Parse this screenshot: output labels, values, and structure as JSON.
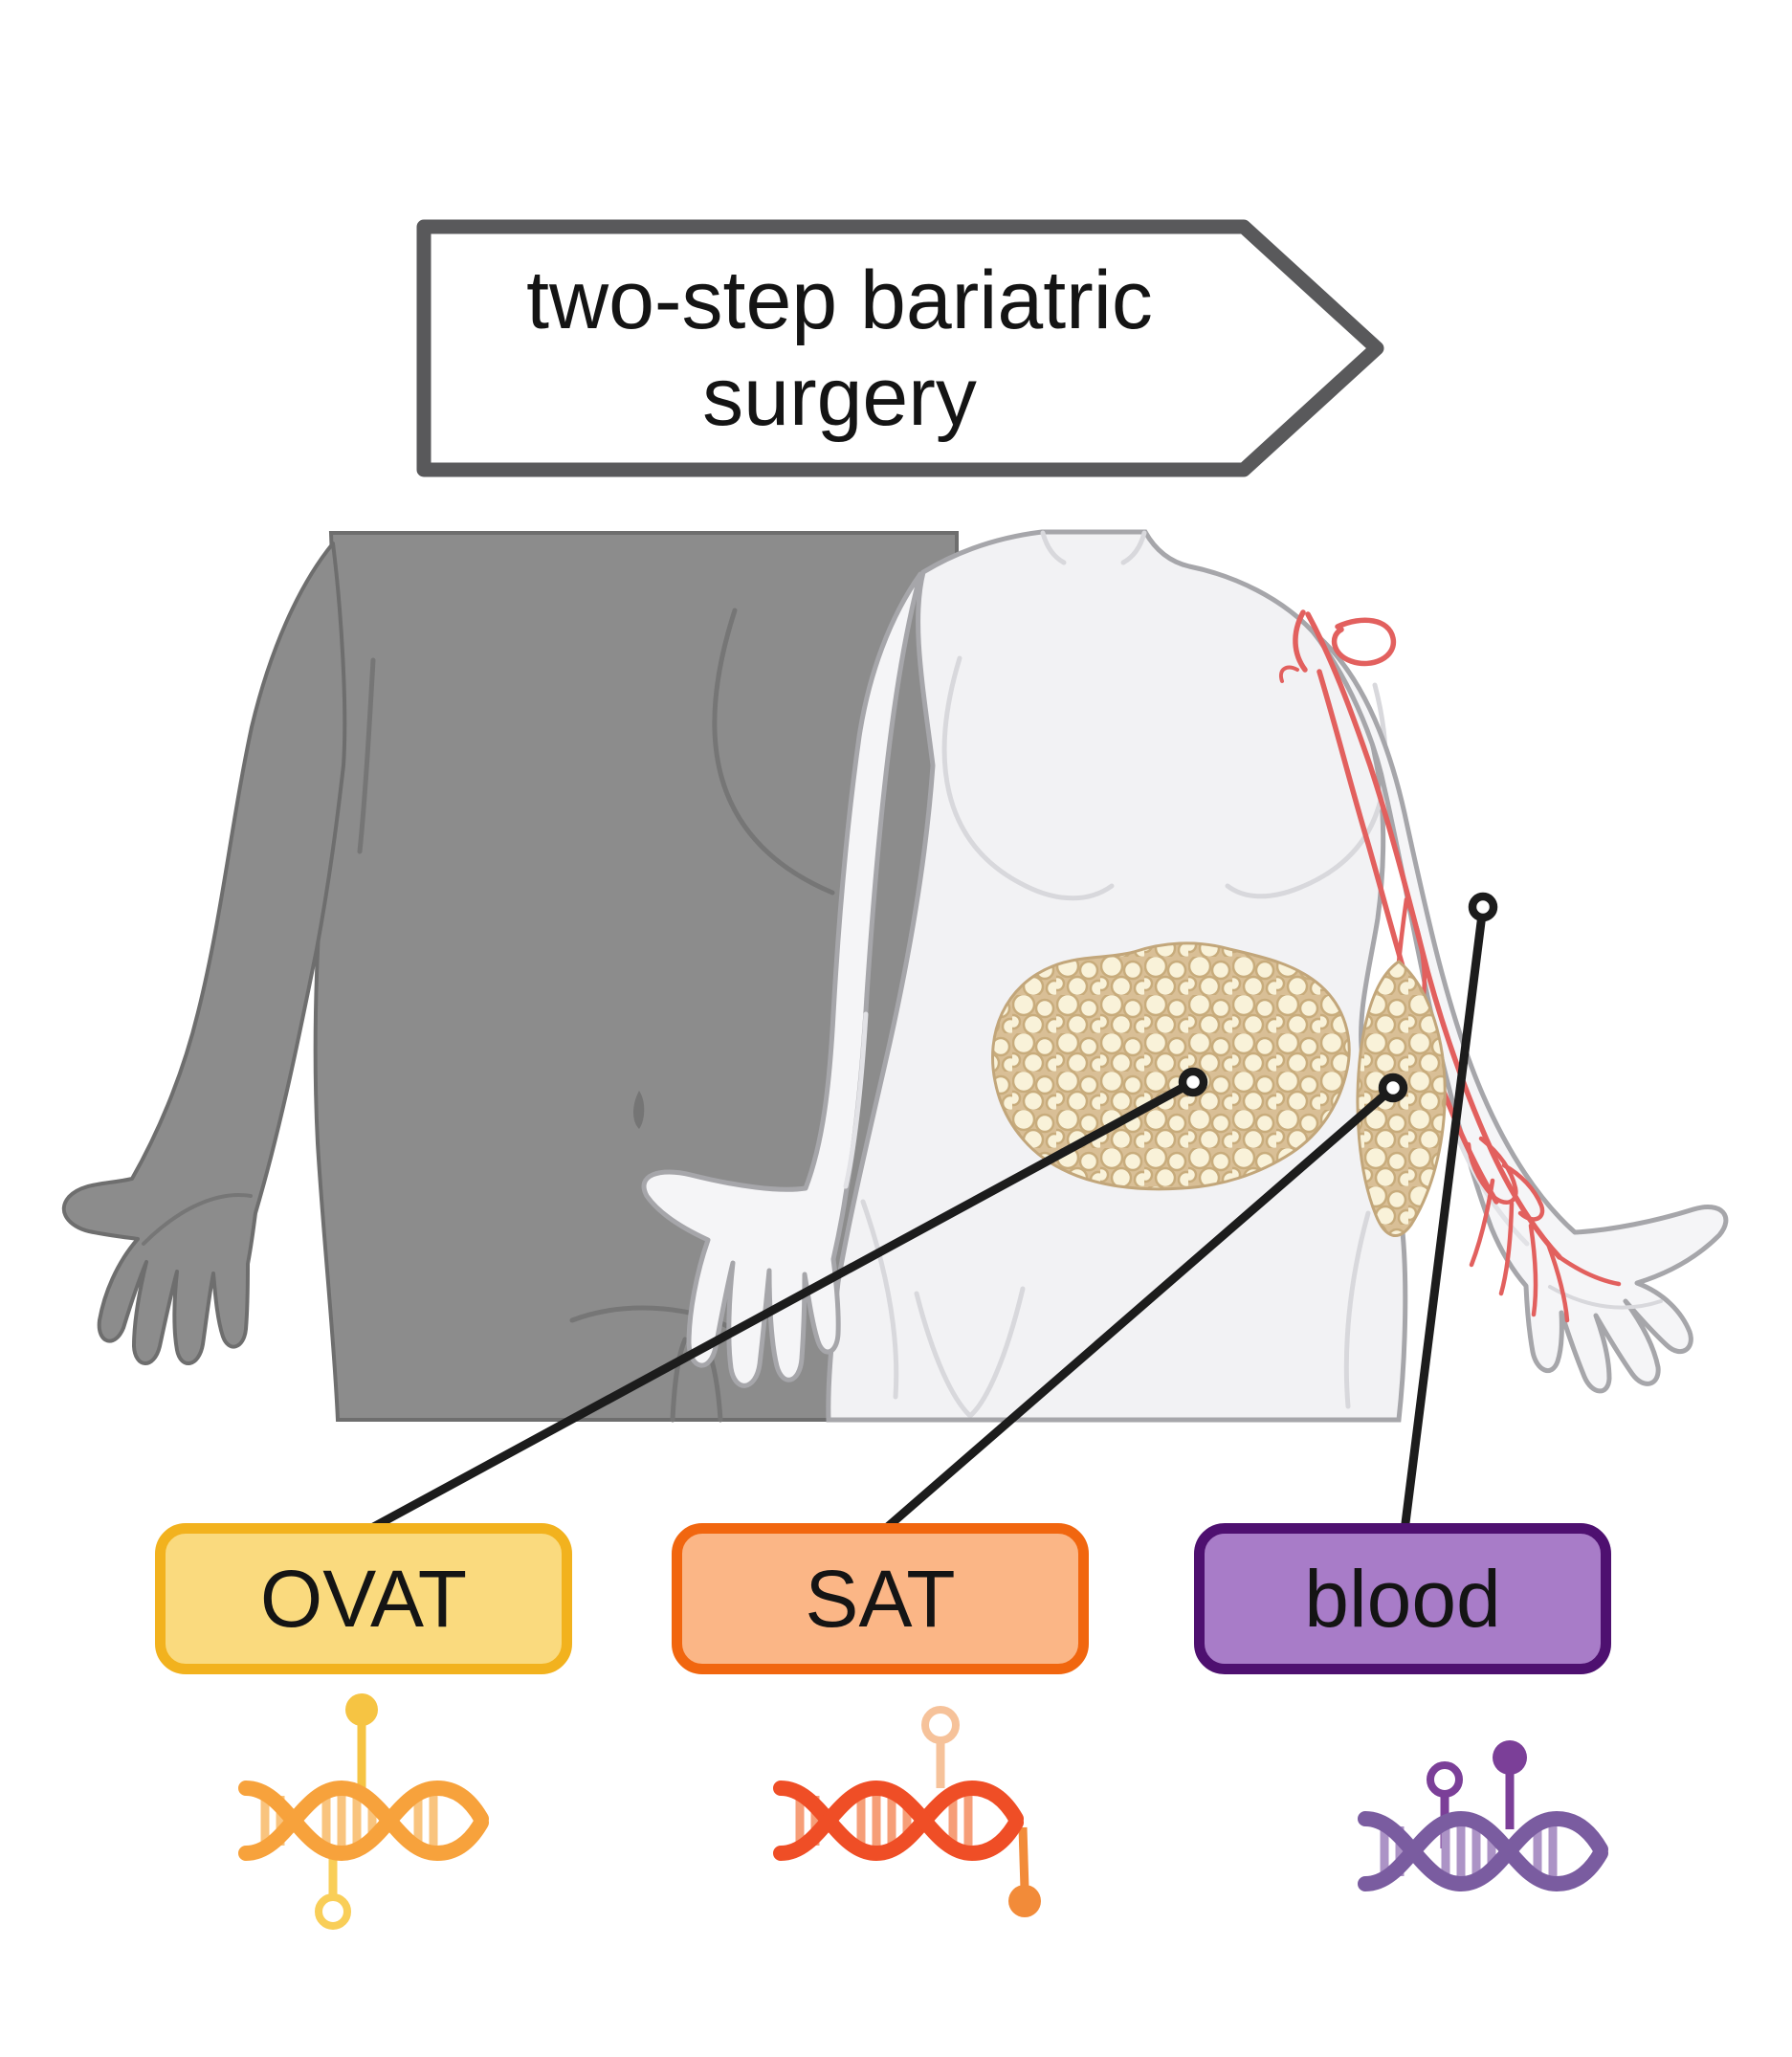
{
  "banner": {
    "line1": "two-step bariatric",
    "line2": "surgery",
    "border_color": "#59595B"
  },
  "samples": [
    {
      "label": "OVAT",
      "icon": "dna-methylation-icon",
      "box_fill": "#FADA7E",
      "box_border": "#F2B21E",
      "dna_color": "#F7A23C"
    },
    {
      "label": "SAT",
      "icon": "dna-methylation-icon",
      "box_fill": "#FBB686",
      "box_border": "#F1660F",
      "dna_color": "#EF4E26"
    },
    {
      "label": "blood",
      "icon": "dna-methylation-icon",
      "box_fill": "#A87CC8",
      "box_border": "#4E1070",
      "dna_color": "#7A5CA0"
    }
  ],
  "figure_colors": {
    "pre_surgery_silhouette": "#8C8C8C",
    "post_surgery_silhouette": "#F2F2F4",
    "adipose_tissue": "#F9F2D9",
    "blood_vessels": "#E2605E",
    "connector_line": "#1C1C1C"
  }
}
